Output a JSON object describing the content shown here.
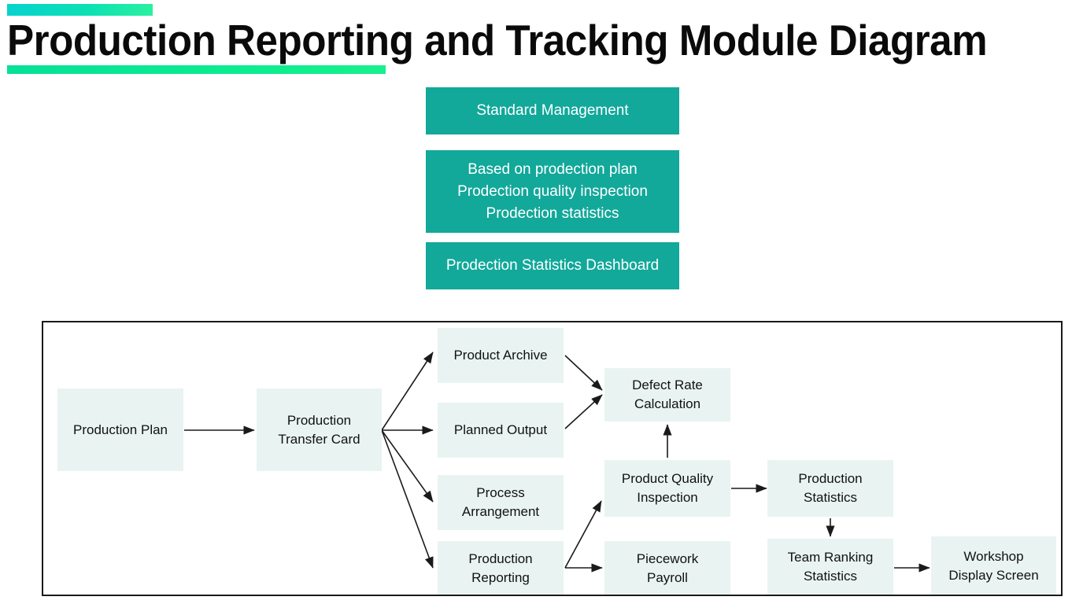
{
  "header": {
    "title": "Production Reporting and Tracking Module Diagram",
    "accent_top_color_start": "#07d3cf",
    "accent_top_color_end": "#2bf0a0",
    "accent_bottom_color": "#0bec90"
  },
  "summary_boxes": {
    "fill_color": "#12a89a",
    "text_color": "#ffffff",
    "items": [
      {
        "lines": [
          "Standard Management"
        ]
      },
      {
        "lines": [
          "Based on prodection plan",
          "Prodection quality inspection",
          "Prodection statistics"
        ]
      },
      {
        "lines": [
          "Prodection Statistics Dashboard"
        ]
      }
    ]
  },
  "flow": {
    "node_fill_color": "#e9f4f2",
    "border_color": "#1a1a1a",
    "arrow_color": "#1a1a1a",
    "nodes": [
      {
        "id": "production-plan",
        "lines": [
          "Production Plan"
        ]
      },
      {
        "id": "production-transfer-card",
        "lines": [
          "Production",
          "Transfer Card"
        ]
      },
      {
        "id": "product-archive",
        "lines": [
          "Product Archive"
        ]
      },
      {
        "id": "planned-output",
        "lines": [
          "Planned Output"
        ]
      },
      {
        "id": "process-arrangement",
        "lines": [
          "Process",
          "Arrangement"
        ]
      },
      {
        "id": "production-reporting",
        "lines": [
          "Production",
          "Reporting"
        ]
      },
      {
        "id": "defect-rate-calculation",
        "lines": [
          "Defect Rate",
          "Calculation"
        ]
      },
      {
        "id": "product-quality-inspection",
        "lines": [
          "Product Quality",
          "Inspection"
        ]
      },
      {
        "id": "piecework-payroll",
        "lines": [
          "Piecework",
          "Payroll"
        ]
      },
      {
        "id": "production-statistics",
        "lines": [
          "Production",
          "Statistics"
        ]
      },
      {
        "id": "team-ranking-statistics",
        "lines": [
          "Team Ranking",
          "Statistics"
        ]
      },
      {
        "id": "workshop-display-screen",
        "lines": [
          "Workshop",
          "Display Screen"
        ]
      }
    ],
    "edges": [
      {
        "from": "production-plan",
        "to": "production-transfer-card"
      },
      {
        "from": "production-transfer-card",
        "to": "product-archive"
      },
      {
        "from": "production-transfer-card",
        "to": "planned-output"
      },
      {
        "from": "production-transfer-card",
        "to": "process-arrangement"
      },
      {
        "from": "production-transfer-card",
        "to": "production-reporting"
      },
      {
        "from": "product-archive",
        "to": "defect-rate-calculation"
      },
      {
        "from": "planned-output",
        "to": "defect-rate-calculation"
      },
      {
        "from": "production-reporting",
        "to": "product-quality-inspection"
      },
      {
        "from": "production-reporting",
        "to": "piecework-payroll"
      },
      {
        "from": "product-quality-inspection",
        "to": "defect-rate-calculation"
      },
      {
        "from": "product-quality-inspection",
        "to": "production-statistics"
      },
      {
        "from": "production-statistics",
        "to": "team-ranking-statistics"
      },
      {
        "from": "team-ranking-statistics",
        "to": "workshop-display-screen"
      }
    ]
  }
}
